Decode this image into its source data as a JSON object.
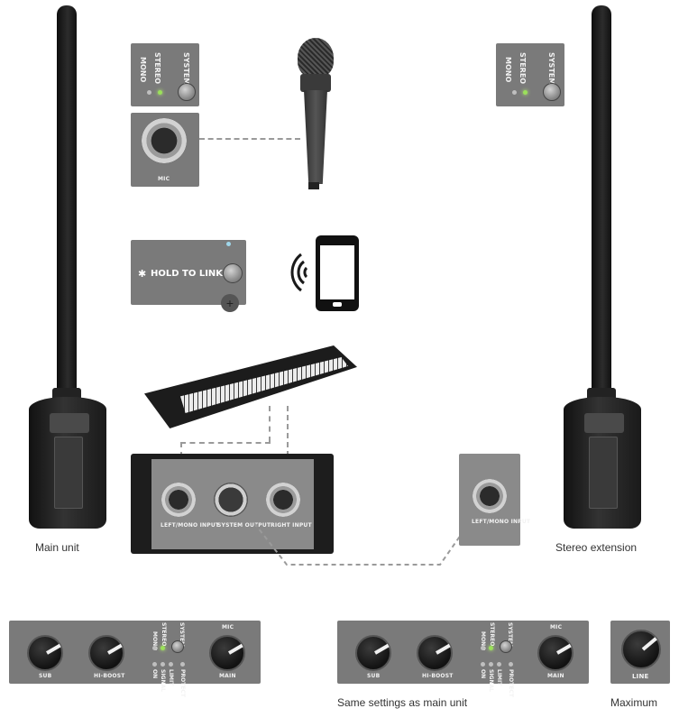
{
  "captions": {
    "main_unit": "Main unit",
    "stereo_extension": "Stereo extension",
    "same_settings": "Same settings as main unit",
    "maximum": "Maximum"
  },
  "mode_switch": {
    "mono": "MONO",
    "stereo": "STEREO",
    "system": "SYSTEM",
    "active": "STEREO"
  },
  "mic_input": {
    "label": "MIC"
  },
  "bluetooth": {
    "label": "HOLD TO LINK"
  },
  "rear_panel": {
    "left_input": "LEFT/MONO INPUT",
    "system_output": "SYSTEM OUTPUT",
    "right_input": "RIGHT INPUT"
  },
  "extension_input": {
    "label": "LEFT/MONO INPUT"
  },
  "control_panel": {
    "sub": "SUB",
    "hi_boost": "HI-BOOST",
    "main": "MAIN",
    "mic": "MIC",
    "mono": "MONO",
    "stereo": "STEREO",
    "system": "SYSTEM",
    "on": "ON",
    "signal": "SIGNAL",
    "limit": "LIMIT",
    "protect": "PROTECT"
  },
  "line_knob": {
    "label": "LINE",
    "setting": "Maximum"
  },
  "icons": [
    "microphone",
    "smartphone",
    "wireless-waves",
    "keyboard",
    "bluetooth-icon",
    "column-speaker"
  ],
  "colors": {
    "panel": "#7a7a7a",
    "led_on": "#9be05a",
    "speaker": "#1e1e1e"
  }
}
